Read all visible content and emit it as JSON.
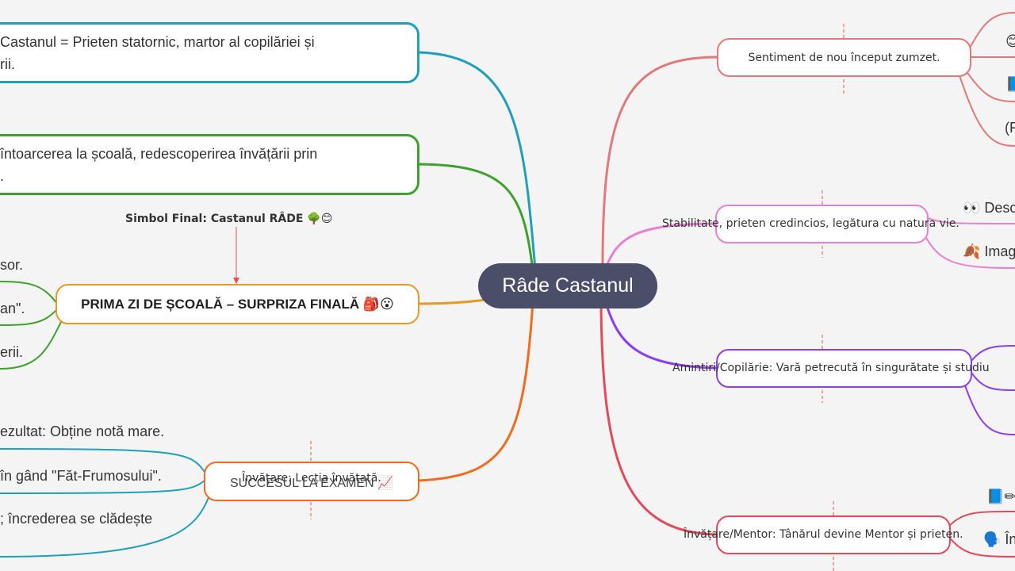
{
  "central": "Râde Castanul",
  "left": {
    "node1_line1": "Castanul = Prieten statornic, martor al copilăriei și",
    "node1_line2": "rii.",
    "node2_line1": "întoarcerea la școală, redescoperirea învățării prin",
    "node2_line2": ".",
    "callout": "Simbol Final: Castanul RÂDE 🌳😊",
    "school_node": "PRIMA ZI DE ȘCOALĂ – SURPRIZA FINALĂ 🎒😮",
    "school_leaf1": "sor.",
    "school_leaf2": "an\".",
    "school_leaf3": "erii.",
    "exam_node": "SUCCESUL LA EXAMEN 📈",
    "exam_overlay": "Învățare: Lecția învățată.",
    "exam_leaf1": "ezultat: Obține notă mare.",
    "exam_leaf2": "în gând \"Făt-Frumosului\".",
    "exam_leaf3": "; încrederea se clădește"
  },
  "right": {
    "node1": "Sentiment de nou început zumzet.",
    "node1_leaf1": "😊",
    "node1_leaf2": "📘",
    "node1_leaf3": "(F",
    "node2": "Stabilitate, prieten credincios, legătura cu natura vie.",
    "node2_leaf1": "👀 Desc",
    "node2_leaf2": "🍂 Imag",
    "node3": "Amintiri/Copilărie: Vară petrecută în singurătate și studiu",
    "node4": "Învățare/Mentor: Tânărul devine Mentor și prieten.",
    "node4_leaf1": "📘✏",
    "node4_leaf2": "🗣️ În"
  },
  "colors": {
    "central_bg": "#4a4e69",
    "teal": "#1f9fba",
    "green": "#3ea12e",
    "orange_gold": "#e49a25",
    "orange": "#f26a1b",
    "salmon": "#e07a7a",
    "pink": "#e77fd2",
    "purple": "#8b3ef0",
    "red": "#e04a5a"
  }
}
